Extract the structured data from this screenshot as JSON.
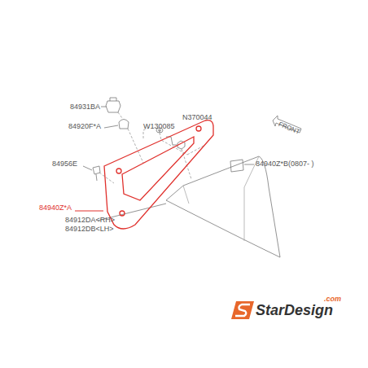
{
  "diagram": {
    "labels": [
      "84931BA",
      "84920F*A",
      "W130085",
      "N370044",
      "84956E",
      "84940Z*A",
      "84940Z*B(0807-  )",
      "84912DA<RH>",
      "84912DB<LH>",
      "FRONT",
      "StarDesign",
      ".com"
    ]
  }
}
